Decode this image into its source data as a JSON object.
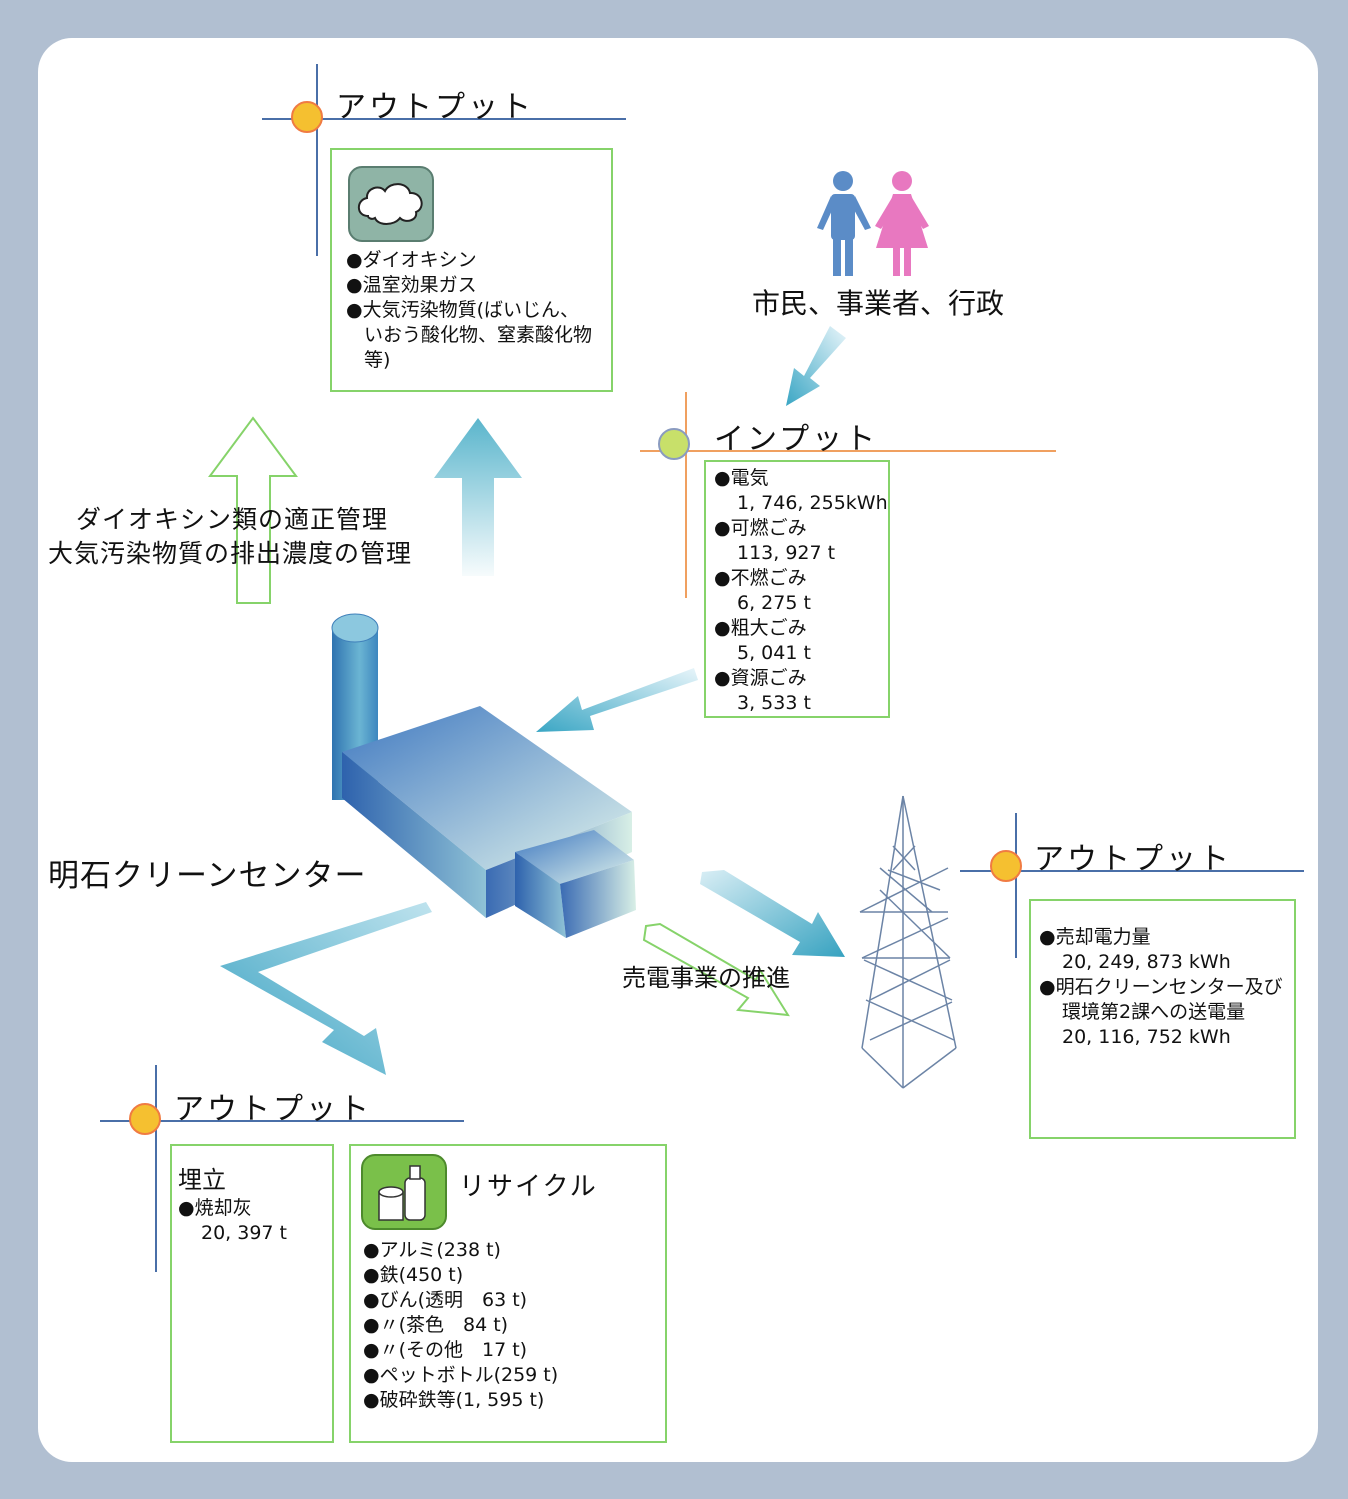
{
  "center_label": "明石クリーンセンター",
  "citizens_label": "市民、事業者、行政",
  "management_text": [
    "ダイオキシン類の適正管理",
    "大気汚染物質の排出濃度の管理"
  ],
  "power_sales_label": "売電事業の推進",
  "input": {
    "heading": "インプット",
    "items": [
      {
        "label": "●電気",
        "value": "1, 746, 255kWh"
      },
      {
        "label": "●可燃ごみ",
        "value": "113, 927 t"
      },
      {
        "label": "●不燃ごみ",
        "value": "6, 275 t"
      },
      {
        "label": "●粗大ごみ",
        "value": "5, 041 t"
      },
      {
        "label": "●資源ごみ",
        "value": "3, 533 t"
      }
    ]
  },
  "output_emissions": {
    "heading": "アウトプット",
    "icon": "cloud-icon",
    "items": [
      "●ダイオキシン",
      "●温室効果ガス",
      "●大気汚染物質(ばいじん、"
    ],
    "continuation": [
      "いおう酸化物、窒素酸化物",
      "等)"
    ]
  },
  "output_power": {
    "heading": "アウトプット",
    "items": [
      {
        "label": "●売却電力量",
        "values": [
          "20, 249, 873 kWh"
        ]
      },
      {
        "label": "●明石クリーンセンター及び",
        "values": [
          "環境第2課への送電量",
          "20, 116, 752 kWh"
        ]
      }
    ]
  },
  "output_landfill": {
    "heading": "アウトプット",
    "landfill_title": "埋立",
    "items": [
      {
        "label": "●焼却灰",
        "value": "20, 397 t"
      }
    ]
  },
  "recycle": {
    "title": "リサイクル",
    "icon": "bottle-can-icon",
    "items": [
      "●アルミ(238 t)",
      "●鉄(450 t)",
      "●びん(透明　63 t)",
      "●〃(茶色　84 t)",
      "●〃(その他　17 t)",
      "●ペットボトル(259 t)",
      "●破砕鉄等(1, 595 t)"
    ]
  },
  "colors": {
    "background": "#b1bfd1",
    "box_border": "#86d36a",
    "arrow_blue": "#4eb3cb",
    "output_marker": "#f5c030",
    "input_marker": "#c8e06a",
    "crosshair_blue": "#4a6fa8",
    "crosshair_orange": "#f0a060"
  }
}
